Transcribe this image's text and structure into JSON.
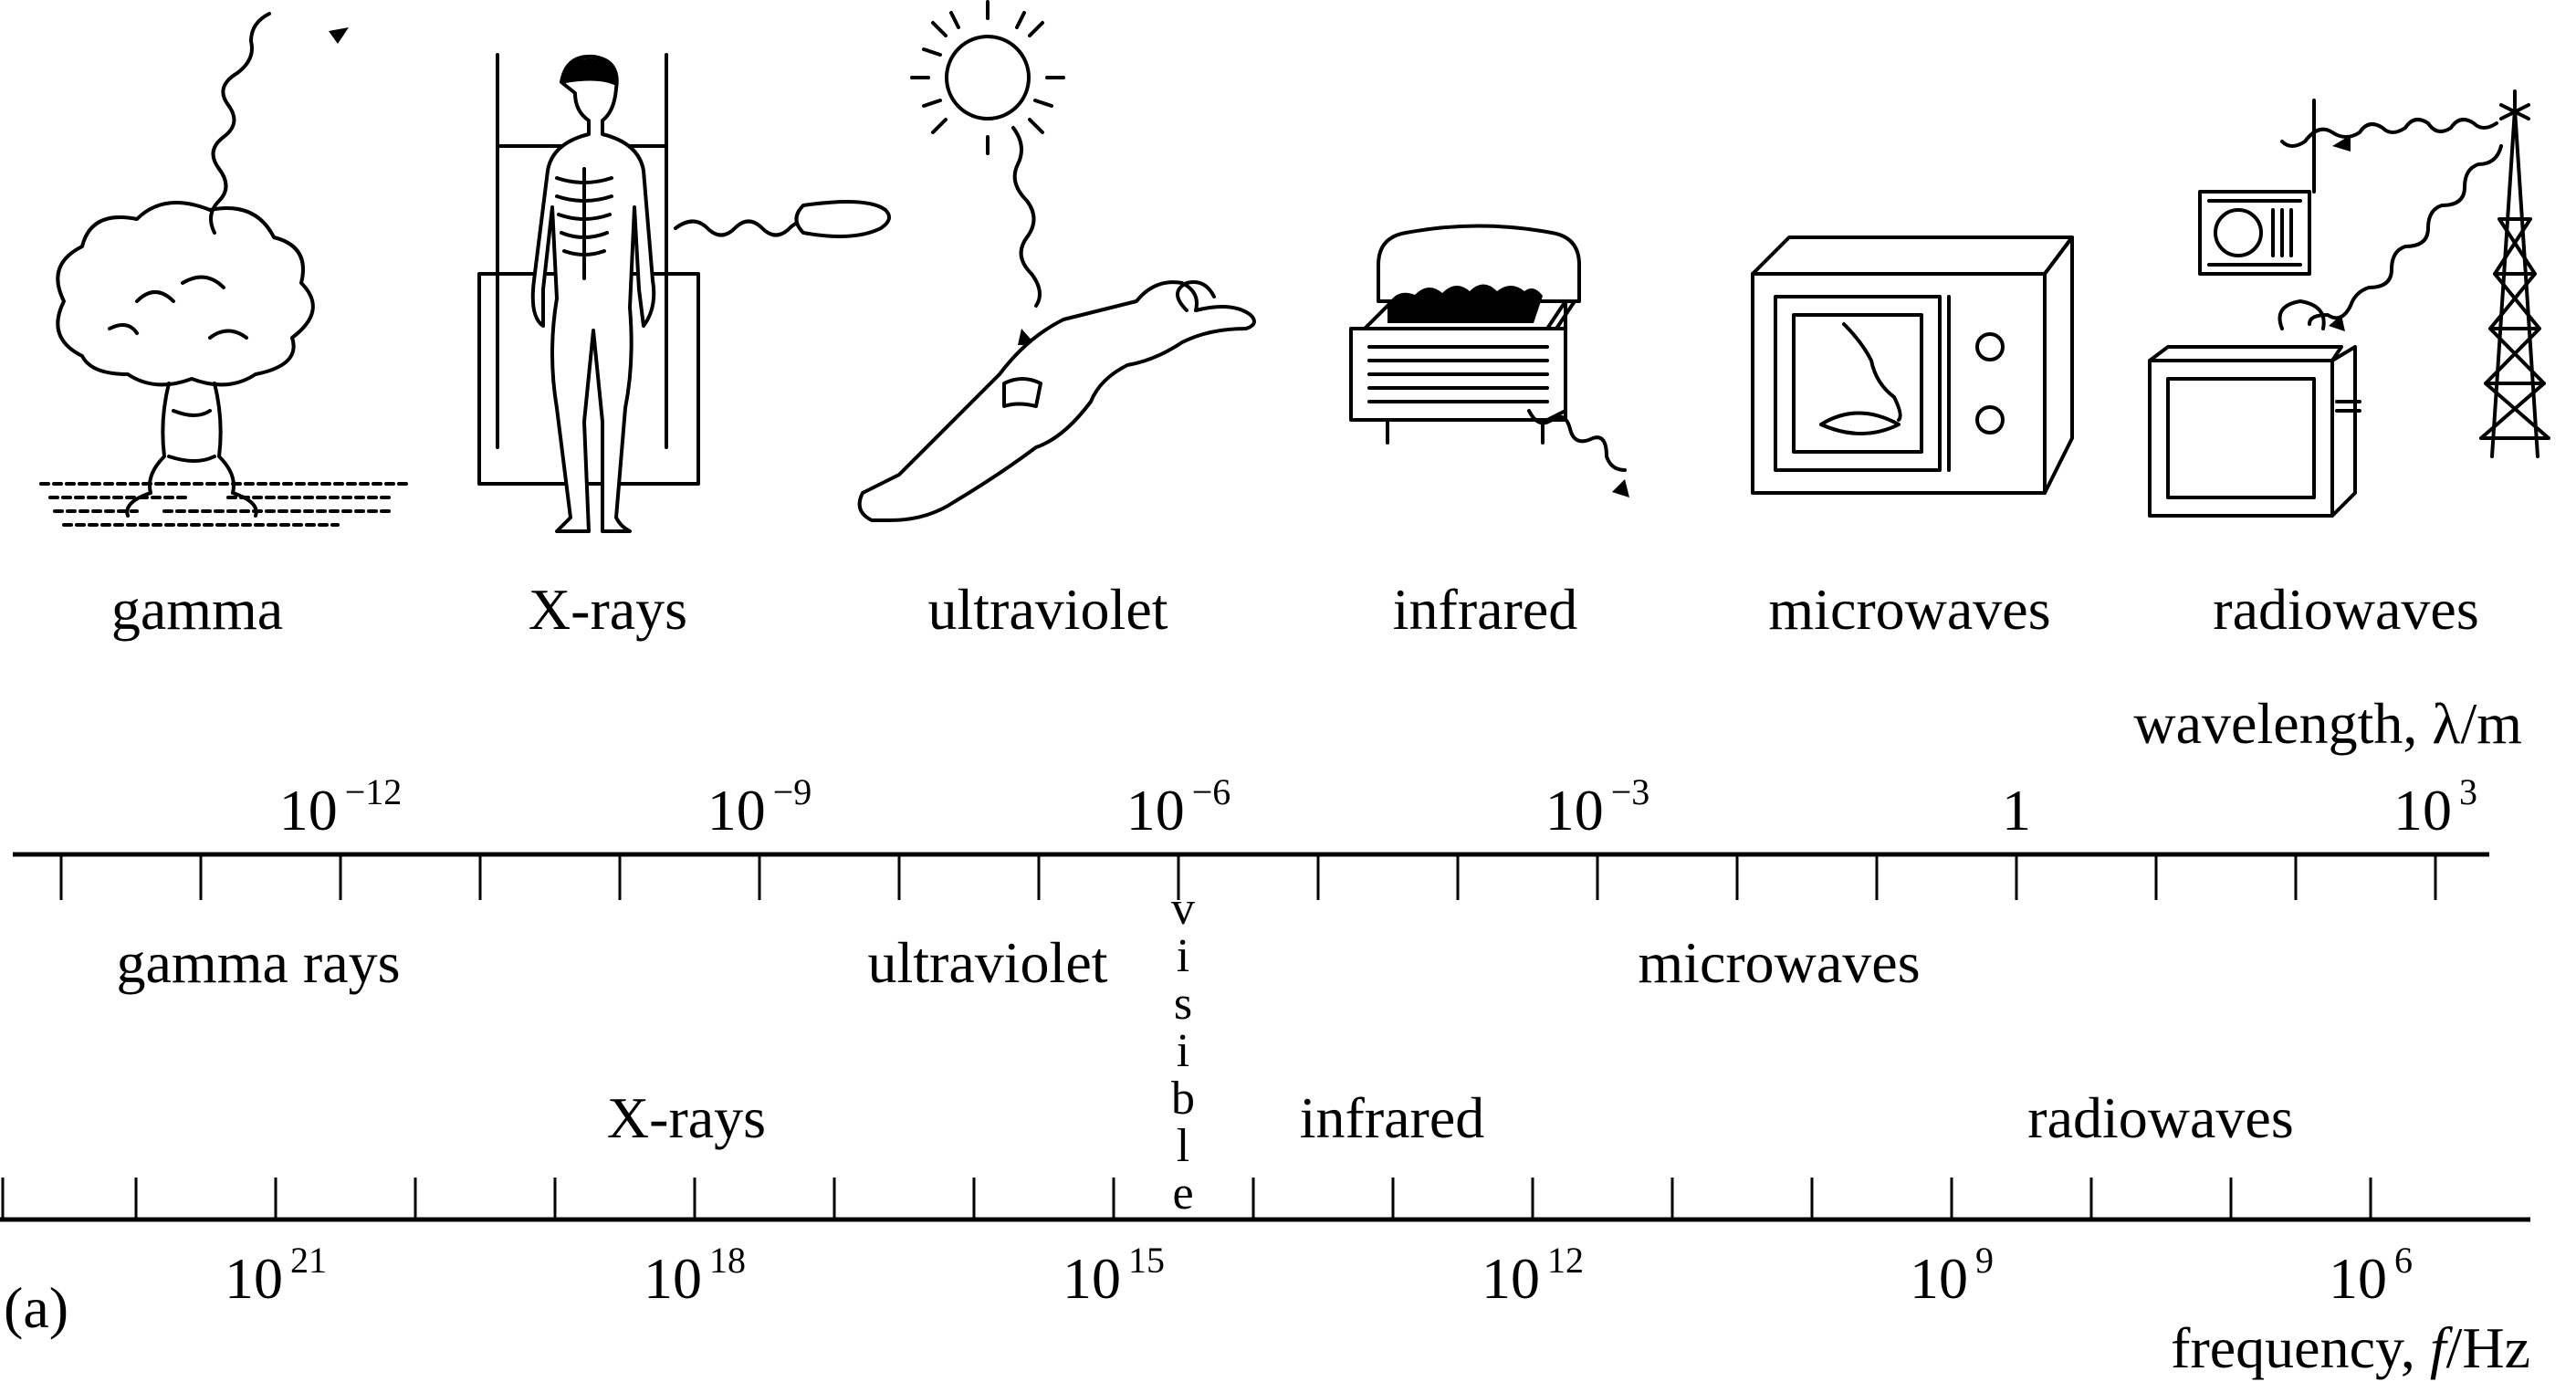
{
  "illustrations": [
    {
      "label": "gamma",
      "icon": "mushroom-cloud-icon"
    },
    {
      "label": "X-rays",
      "icon": "xray-skeleton-icon"
    },
    {
      "label": "ultraviolet",
      "icon": "sunbather-icon"
    },
    {
      "label": "infrared",
      "icon": "electric-heater-icon"
    },
    {
      "label": "microwaves",
      "icon": "microwave-oven-icon"
    },
    {
      "label": "radiowaves",
      "icon": "radio-tv-tower-icon"
    }
  ],
  "wavelength_axis": {
    "title": "wavelength, λ/m",
    "tick_exponent_range": [
      -14,
      3
    ],
    "labels": [
      {
        "base": "10",
        "exp": "−12",
        "value_exp": -12
      },
      {
        "base": "10",
        "exp": "−9",
        "value_exp": -9
      },
      {
        "base": "10",
        "exp": "−6",
        "value_exp": -6
      },
      {
        "base": "10",
        "exp": "−3",
        "value_exp": -3
      },
      {
        "base": "1",
        "exp": "",
        "value_exp": 0
      },
      {
        "base": "10",
        "exp": "3",
        "value_exp": 3
      }
    ]
  },
  "bands": {
    "gamma_rays": "gamma rays",
    "ultraviolet": "ultraviolet",
    "visible": "visible",
    "microwaves": "microwaves",
    "x_rays": "X-rays",
    "infrared": "infrared",
    "radiowaves": "radiowaves"
  },
  "frequency_axis": {
    "title_prefix": "frequency, ",
    "title_var": "f",
    "title_unit": "/Hz",
    "tick_exponent_range": [
      6,
      23
    ],
    "labels": [
      {
        "base": "10",
        "exp": "21",
        "value_exp": 21
      },
      {
        "base": "10",
        "exp": "18",
        "value_exp": 18
      },
      {
        "base": "10",
        "exp": "15",
        "value_exp": 15
      },
      {
        "base": "10",
        "exp": "12",
        "value_exp": 12
      },
      {
        "base": "10",
        "exp": "9",
        "value_exp": 9
      },
      {
        "base": "10",
        "exp": "6",
        "value_exp": 6
      }
    ]
  },
  "panel_label": "(a)"
}
